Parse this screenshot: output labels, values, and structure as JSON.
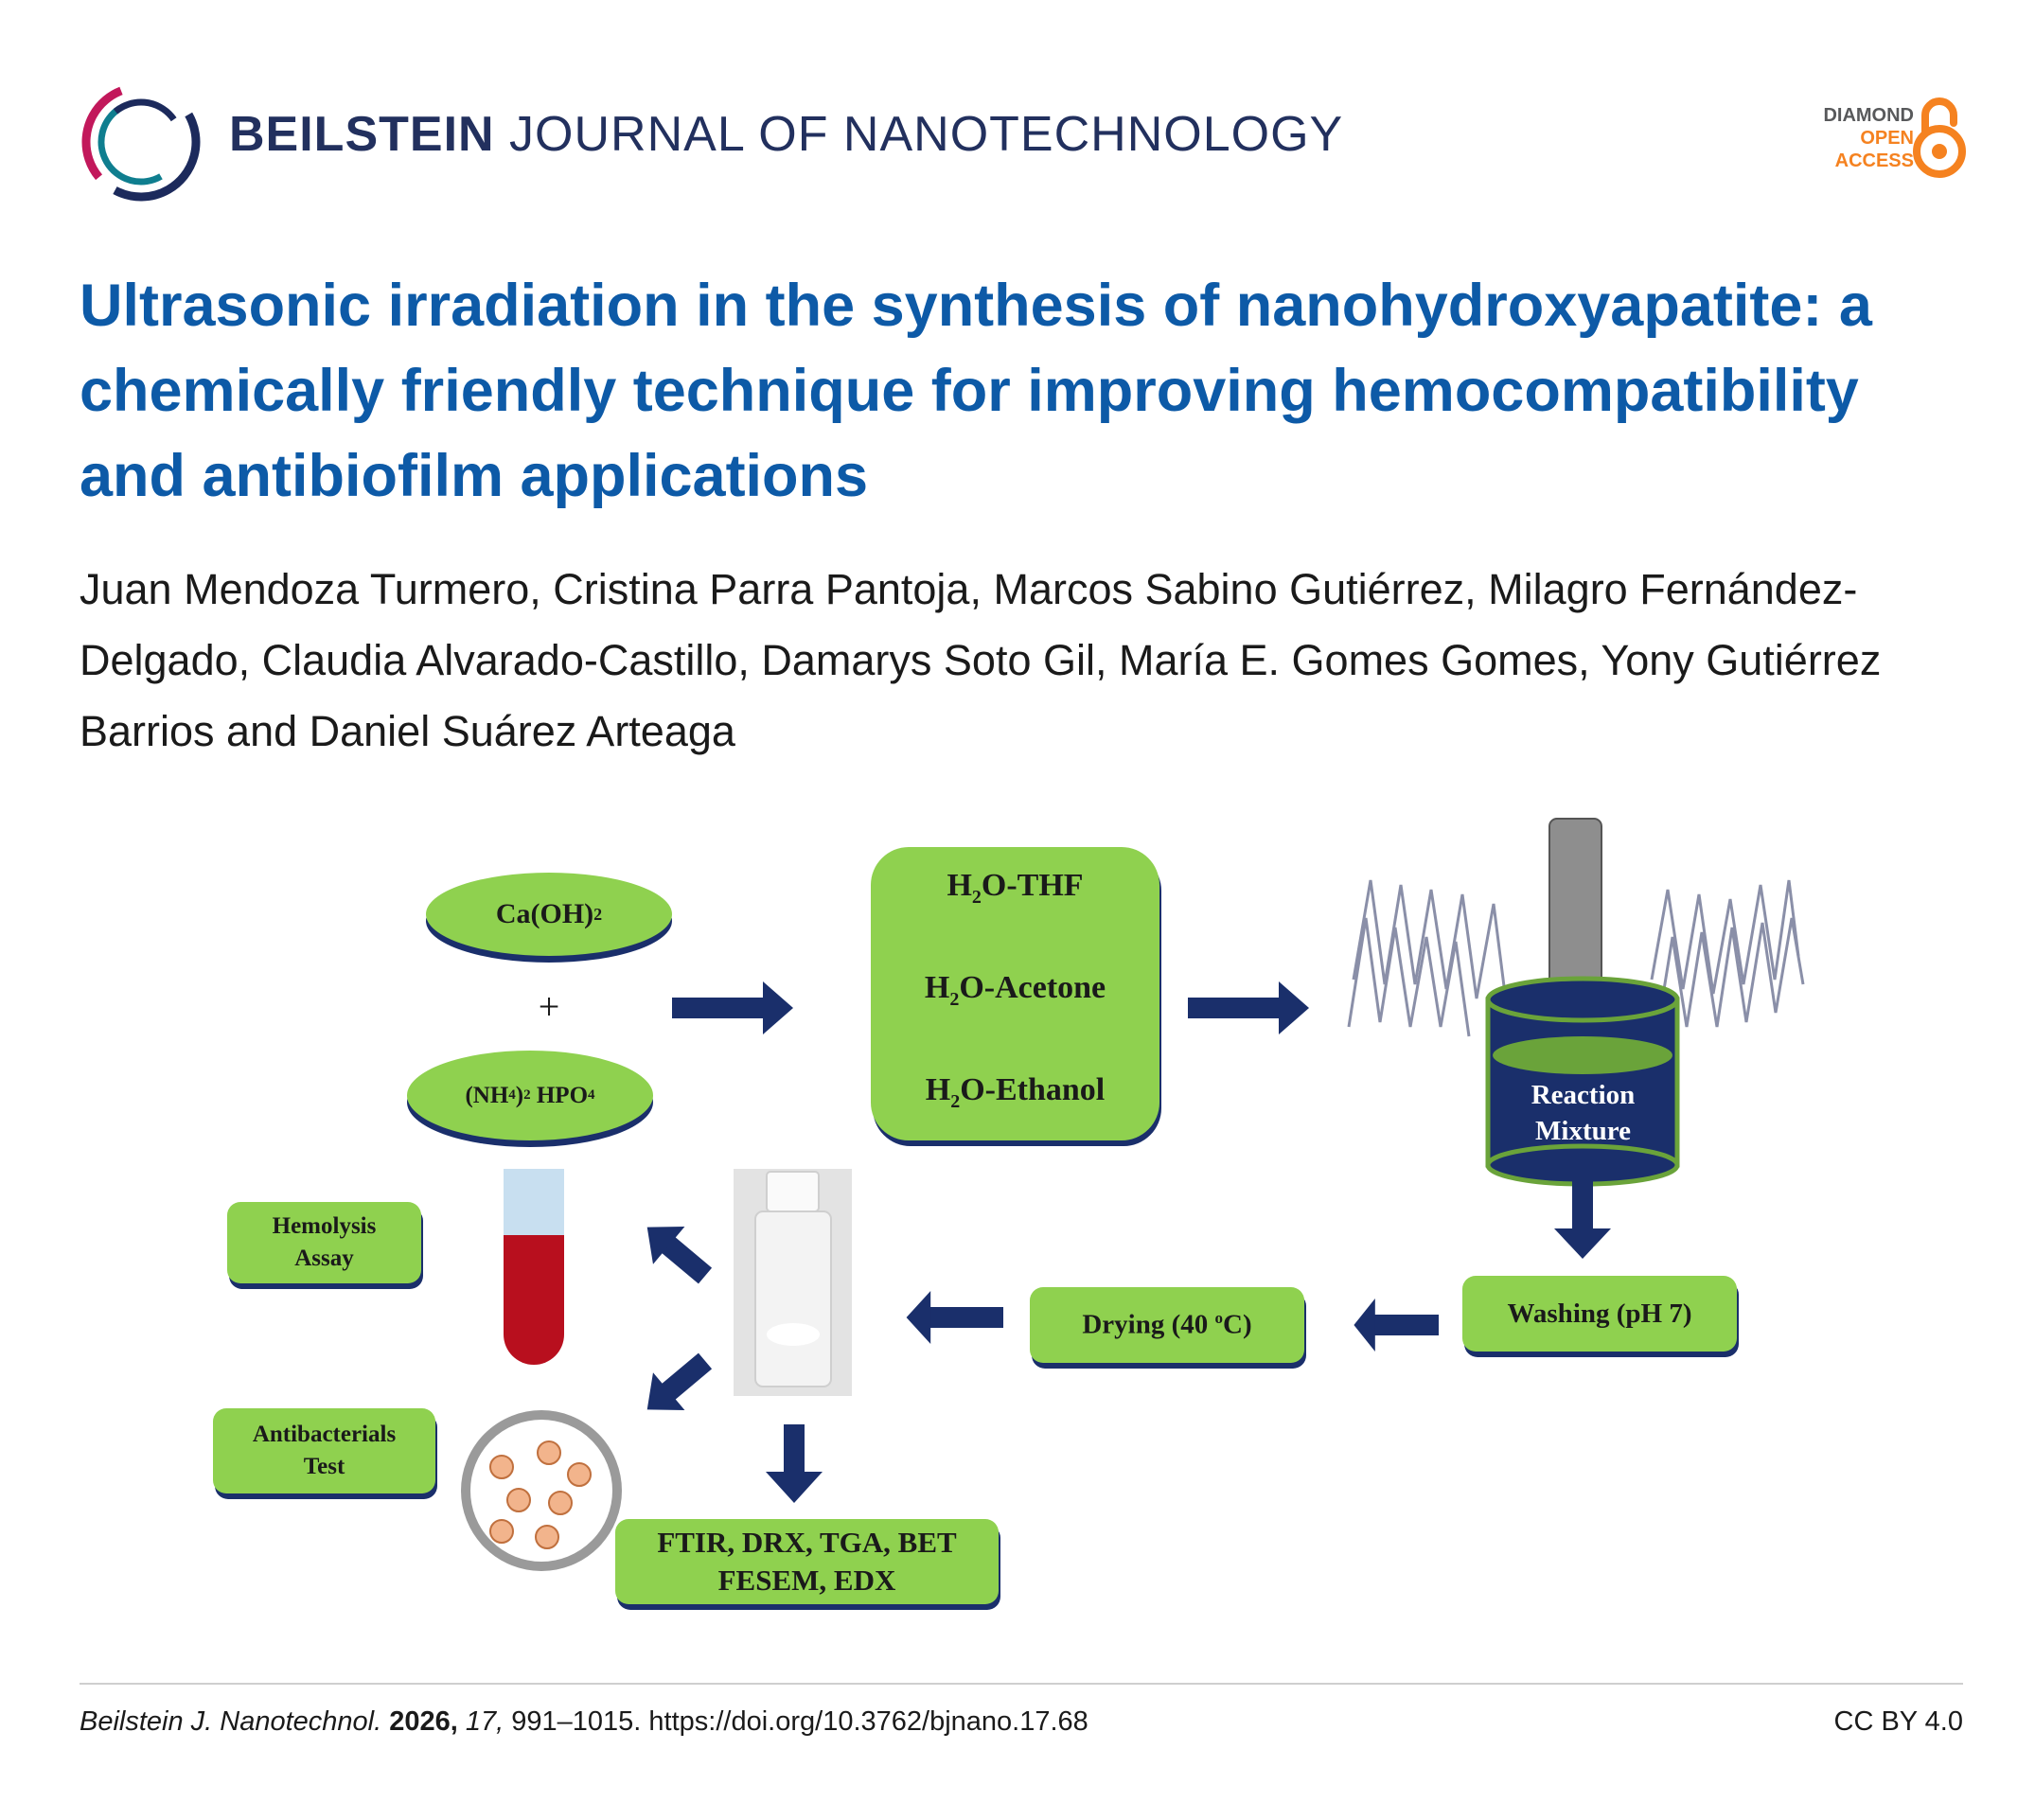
{
  "header": {
    "journal_bold": "BEILSTEIN",
    "journal_rest": "JOURNAL OF NANOTECHNOLOGY",
    "badge": {
      "line1": "DIAMOND",
      "line2": "OPEN",
      "line3": "ACCESS"
    }
  },
  "article": {
    "title": "Ultrasonic irradiation in the synthesis of nanohydroxyapatite: a chemically friendly technique for improving hemocompatibility and antibiofilm applications",
    "authors": "Juan Mendoza Turmero, Cristina Parra Pantoja, Marcos Sabino Gutiérrez, Milagro Fernández-Delgado, Claudia Alvarado-Castillo, Damarys Soto Gil, María E. Gomes Gomes, Yony Gutiérrez Barrios and Daniel Suárez Arteaga"
  },
  "graphic": {
    "reagent1_base": "Ca(OH)",
    "reagent1_sub": "2",
    "plus": "+",
    "reagent2_a": "(NH",
    "reagent2_sub1": "4",
    "reagent2_b": ")",
    "reagent2_sub2": "2",
    "reagent2_c": " HPO",
    "reagent2_sub3": "4",
    "solvent1_a": "H",
    "solvent1_sub": "2",
    "solvent1_b": "O-THF",
    "solvent2_a": "H",
    "solvent2_sub": "2",
    "solvent2_b": "O-Acetone",
    "solvent3_a": "H",
    "solvent3_sub": "2",
    "solvent3_b": "O-Ethanol",
    "reaction_line1": "Reaction",
    "reaction_line2": "Mixture",
    "washing": "Washing (pH 7)",
    "drying_a": "Drying (40 ",
    "drying_sup": "o",
    "drying_b": "C)",
    "hemolysis_line1": "Hemolysis",
    "hemolysis_line2": "Assay",
    "antibacterial_line1": "Antibacterials",
    "antibacterial_line2": "Test",
    "characterization_line1": "FTIR, DRX, TGA, BET",
    "characterization_line2": "FESEM, EDX"
  },
  "footer": {
    "journal_abbrev": "Beilstein J. Nanotechnol.",
    "year": "2026,",
    "volume": "17,",
    "pages_doi": "991–1015. https://doi.org/10.3762/bjnano.17.68",
    "license": "CC BY 4.0"
  },
  "colors": {
    "title_blue": "#0d5aa7",
    "box_green": "#8fd14f",
    "arrow_navy": "#1a2f6b",
    "oa_orange": "#f58220"
  }
}
